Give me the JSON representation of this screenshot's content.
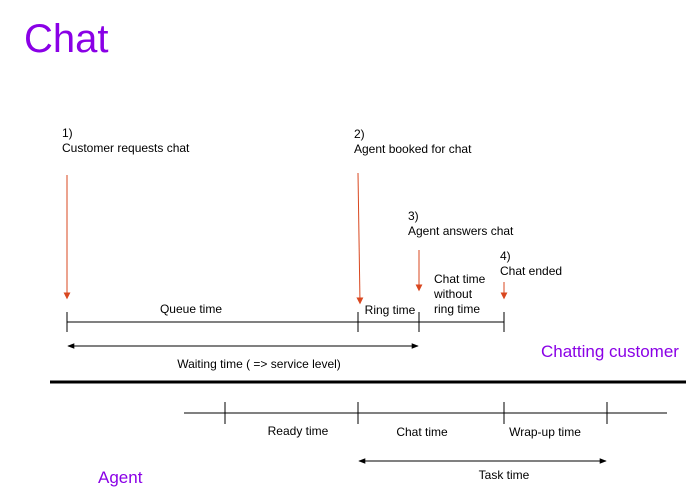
{
  "title": "Chat",
  "colors": {
    "title": "#8a00e6",
    "arrow": "#d9471f",
    "line": "#000000",
    "role": "#8a00e6"
  },
  "events": [
    {
      "number": "1)",
      "label": "Customer requests chat"
    },
    {
      "number": "2)",
      "label": "Agent booked for chat"
    },
    {
      "number": "3)",
      "label": "Agent answers chat"
    },
    {
      "number": "4)",
      "label": "Chat ended"
    }
  ],
  "customer_timeline": {
    "role": "Chatting customer",
    "queue": "Queue time",
    "ring": "Ring time",
    "chat_lines": [
      "Chat time",
      "without",
      "ring time"
    ],
    "waiting": "Waiting time ( => service level)"
  },
  "agent_timeline": {
    "role": "Agent",
    "ready": "Ready time",
    "chat": "Chat time",
    "wrapup": "Wrap-up time",
    "task": "Task time"
  }
}
